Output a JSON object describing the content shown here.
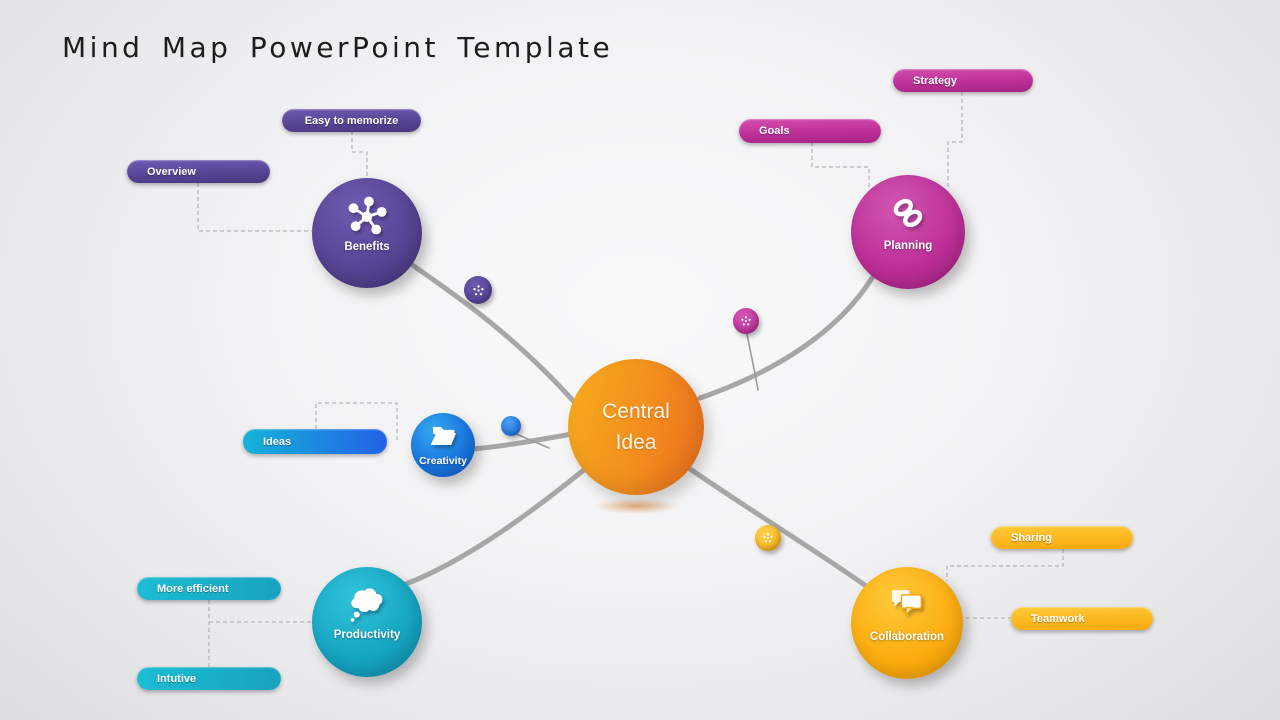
{
  "title": "Mind Map PowerPoint Template",
  "central": {
    "label_line1": "Central",
    "label_line2": "Idea",
    "color_left": "#f8ac1e",
    "color_right": "#ec6e1e"
  },
  "branches": {
    "benefits": {
      "label": "Benefits",
      "icon": "network-hub-icon",
      "color": "#584596",
      "pills": {
        "pill1": "Easy to memorize",
        "pill2": "Overview"
      }
    },
    "planning": {
      "label": "Planning",
      "icon": "chain-link-icon",
      "color": "#bd2f98",
      "pills": {
        "pill1": "Strategy",
        "pill2": "Goals"
      }
    },
    "creativity": {
      "label": "Creativity",
      "icon": "open-folder-icon",
      "color": "#1a78e0",
      "pills": {
        "pill1": "Ideas"
      }
    },
    "productivity": {
      "label": "Productivity",
      "icon": "thought-cloud-icon",
      "color": "#16a5c2",
      "pills": {
        "pill1": "More efficient",
        "pill2": "Intutive"
      }
    },
    "collaboration": {
      "label": "Collaboration",
      "icon": "chat-bubbles-icon",
      "color": "#fbad10",
      "pills": {
        "pill1": "Sharing",
        "pill2": "Teamwork"
      }
    }
  },
  "connectors": {
    "branch_line_color": "#a7a7a7",
    "dashed_line_color": "#b6b6b8"
  }
}
